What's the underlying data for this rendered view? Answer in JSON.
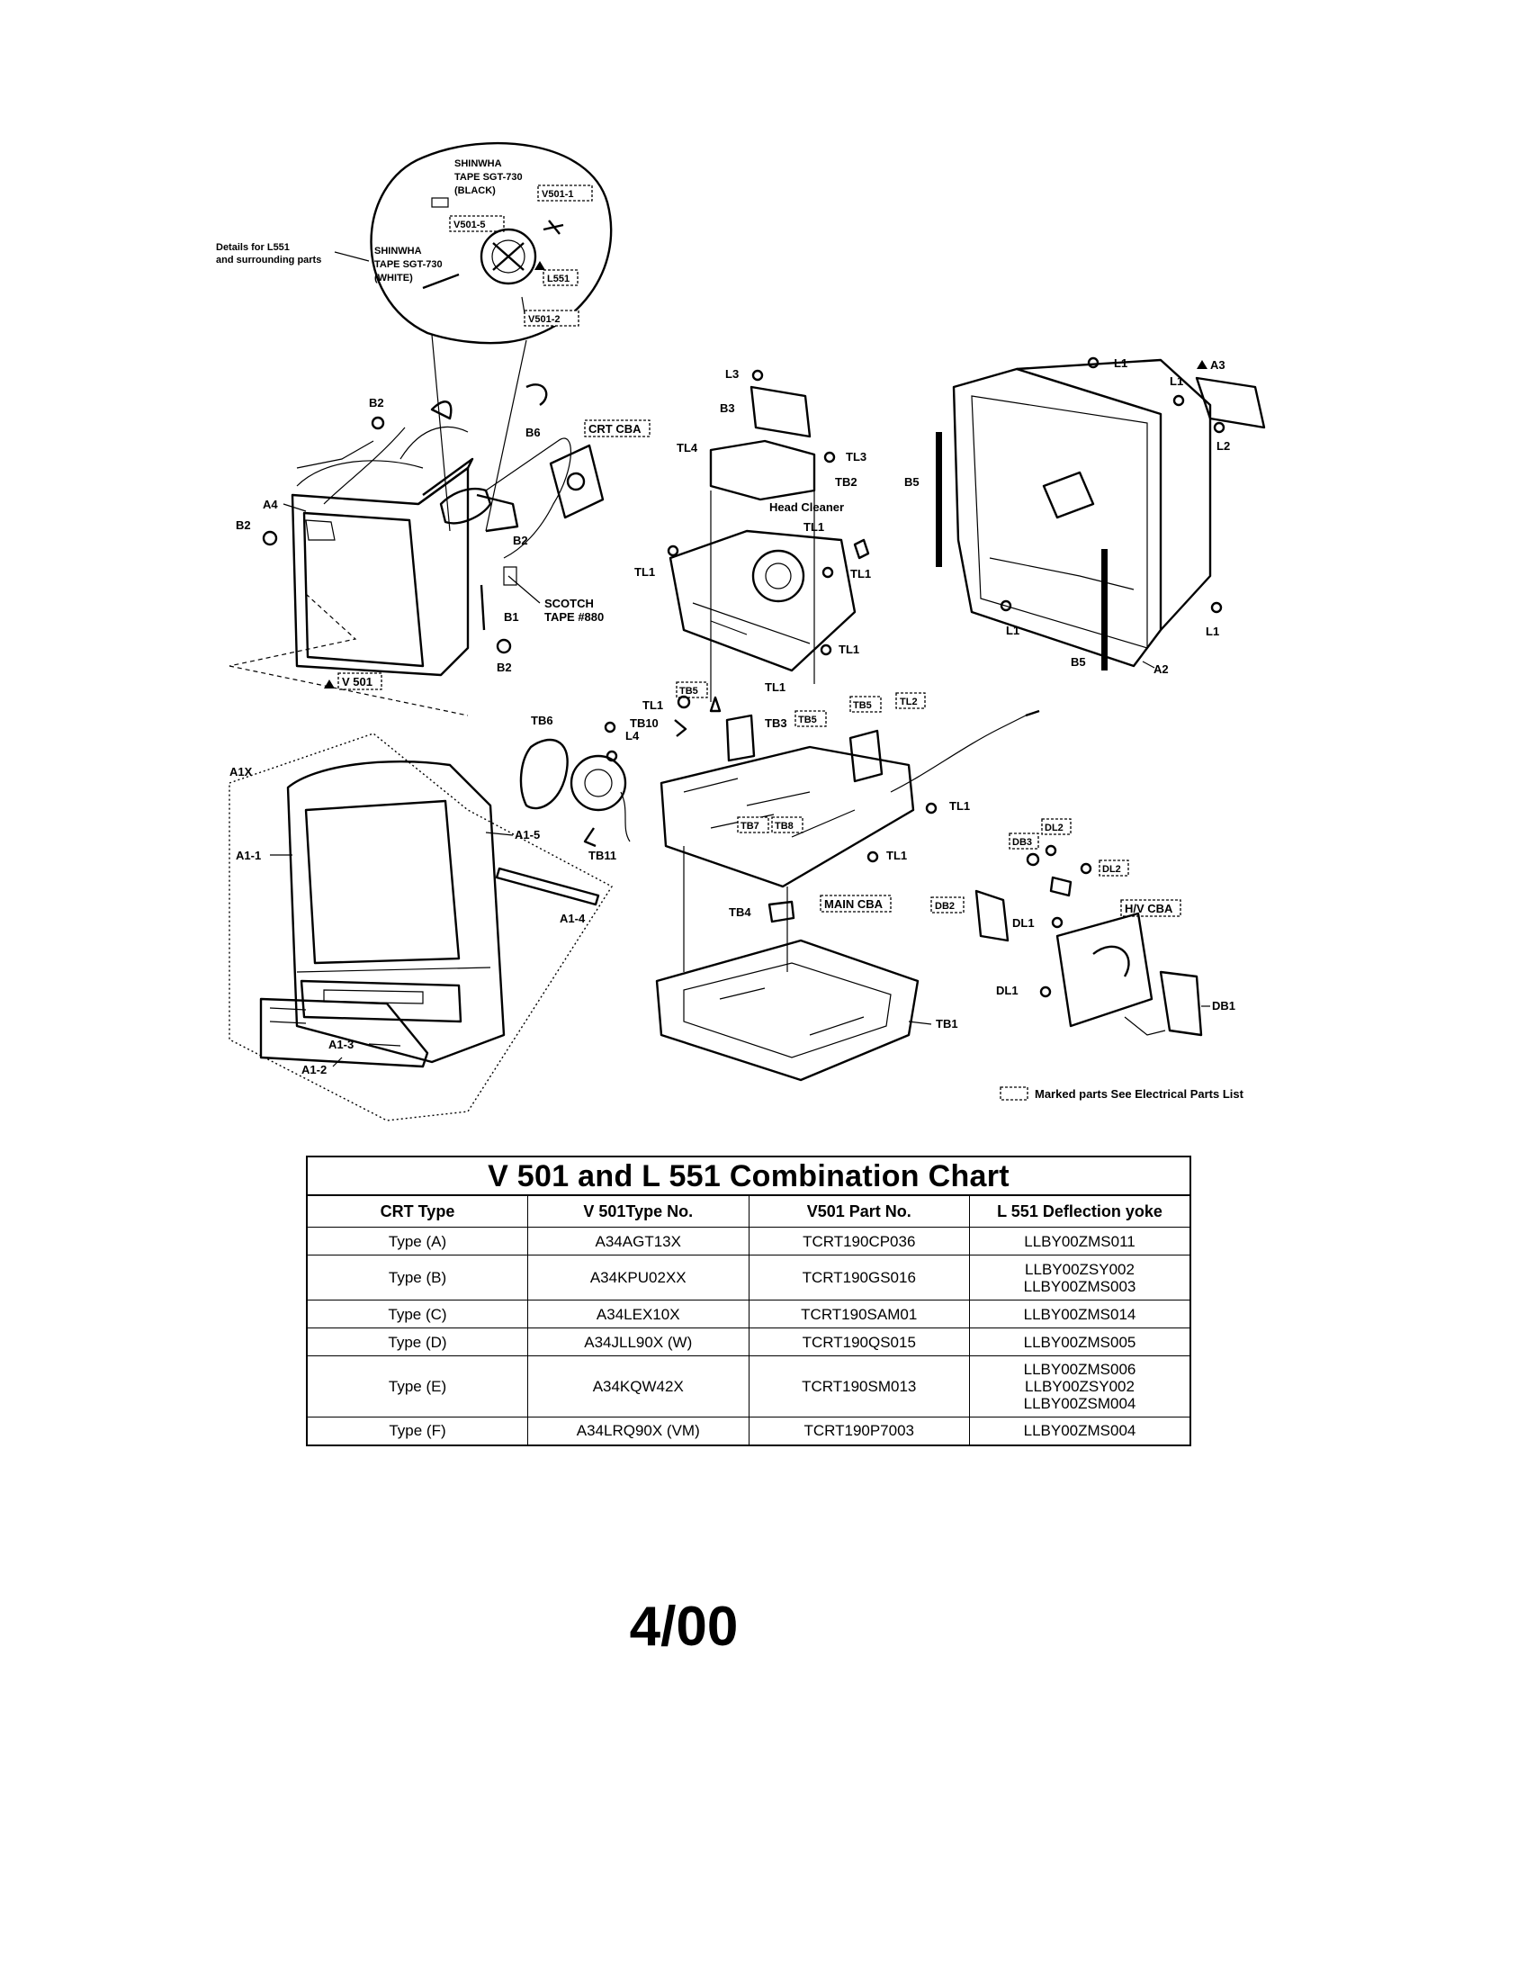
{
  "diagram": {
    "inset": {
      "caption": "Details for L551 and surrounding parts",
      "caption_line1": "Details for L551",
      "caption_line2": "and surrounding parts",
      "tape_black": [
        "SHINWHA",
        "TAPE SGT-730",
        "(BLACK)"
      ],
      "tape_white": [
        "SHINWHA",
        "TAPE SGT-730",
        "(WHITE)"
      ],
      "v501_1": "V501-1",
      "v501_5": "V501-5",
      "v501_2": "V501-2",
      "l551": "L551"
    },
    "labels": {
      "b2": "B2",
      "b6": "B6",
      "b1": "B1",
      "a4": "A4",
      "crt_cba": "CRT CBA",
      "scotch": "SCOTCH",
      "tape_880": "TAPE #880",
      "v501": "V 501",
      "a1x": "A1X",
      "a1_1": "A1-1",
      "a1_2": "A1-2",
      "a1_3": "A1-3",
      "a1_4": "A1-4",
      "a1_5": "A1-5",
      "tb6": "TB6",
      "tb10": "TB10",
      "tb11": "TB11",
      "l4": "L4",
      "l3": "L3",
      "b3": "B3",
      "tl4": "TL4",
      "tl3": "TL3",
      "tb2": "TB2",
      "head_cleaner": "Head Cleaner",
      "tl1": "TL1",
      "tl2": "TL2",
      "tb3": "TB3",
      "tb5": "TB5",
      "tb7": "TB7",
      "tb8": "TB8",
      "tb4": "TB4",
      "tb1": "TB1",
      "main_cba": "MAIN CBA",
      "l1": "L1",
      "l2": "L2",
      "a3": "A3",
      "b5": "B5",
      "a2": "A2",
      "db1": "DB1",
      "db2": "DB2",
      "db3": "DB3",
      "dl1": "DL1",
      "dl2": "DL2",
      "hv_cba": "H/V CBA",
      "legend": "Marked parts See Electrical Parts List"
    }
  },
  "chart": {
    "title": "V 501 and L 551 Combination Chart",
    "headers": [
      "CRT Type",
      "V 501Type No.",
      "V501 Part No.",
      "L 551 Deflection yoke"
    ],
    "rows": [
      [
        "Type (A)",
        "A34AGT13X",
        "TCRT190CP036",
        "LLBY00ZMS011"
      ],
      [
        "Type (B)",
        "A34KPU02XX",
        "TCRT190GS016",
        "LLBY00ZSY002\nLLBY00ZMS003"
      ],
      [
        "Type (C)",
        "A34LEX10X",
        "TCRT190SAM01",
        "LLBY00ZMS014"
      ],
      [
        "Type (D)",
        "A34JLL90X (W)",
        "TCRT190QS015",
        "LLBY00ZMS005"
      ],
      [
        "Type (E)",
        "A34KQW42X",
        "TCRT190SM013",
        "LLBY00ZMS006\nLLBY00ZSY002\nLLBY00ZSM004"
      ],
      [
        "Type (F)",
        "A34LRQ90X (VM)",
        "TCRT190P7003",
        "LLBY00ZMS004"
      ]
    ]
  },
  "page_date": "4/00"
}
